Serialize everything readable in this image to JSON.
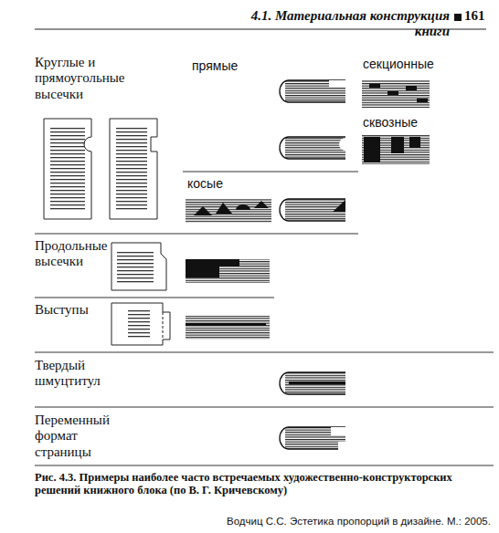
{
  "diagram": {
    "caption": "Рис. 4.3. Примеры наиболее часто встречаемых художественно-конструкторских решений книжного блока (по В. Г. Кричевскому)",
    "labels": [
      "4.1. Материальная конструкция книги",
      "161",
      "Круглые и прямоугольные высечки",
      "прямые",
      "секционные",
      "сквозные",
      "косые",
      "Продольные высечки",
      "Выступы",
      "Твердый шмуцтитул",
      "Переменный формат страницы",
      "Водчиц С.С. Эстетика пропорций в дизайне. М.: 2005."
    ]
  }
}
